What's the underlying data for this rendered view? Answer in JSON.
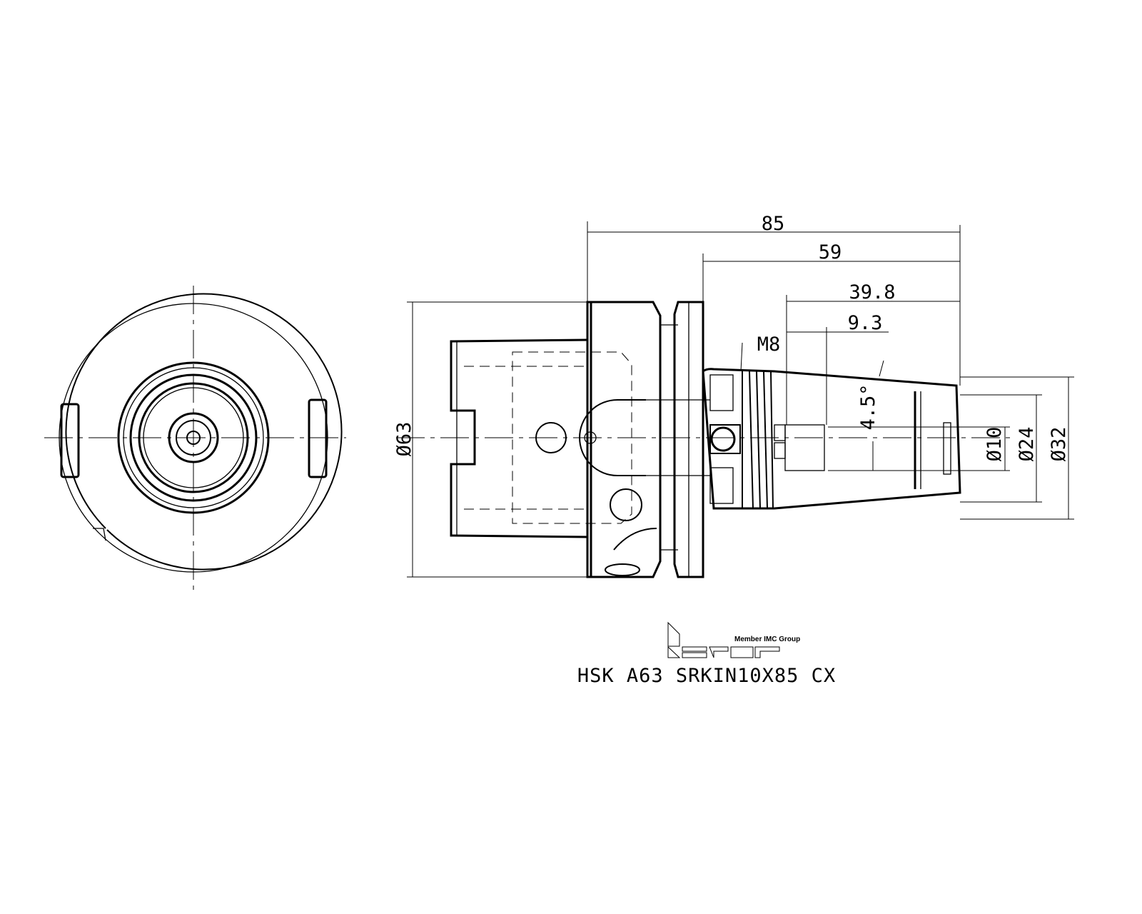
{
  "drawing": {
    "title": "HSK A63 SRKIN10X85 CX",
    "logo": {
      "brand": "iscar",
      "tagline": "Member IMC Group"
    },
    "dimensions": {
      "overall_length": "85",
      "length_59": "59",
      "length_39_8": "39.8",
      "length_9_3": "9.3",
      "thread": "M8",
      "taper_angle": "4.5°",
      "flange_diameter": "Ø63",
      "bore_diameter": "Ø10",
      "nose_diameter": "Ø24",
      "body_diameter": "Ø32"
    }
  }
}
